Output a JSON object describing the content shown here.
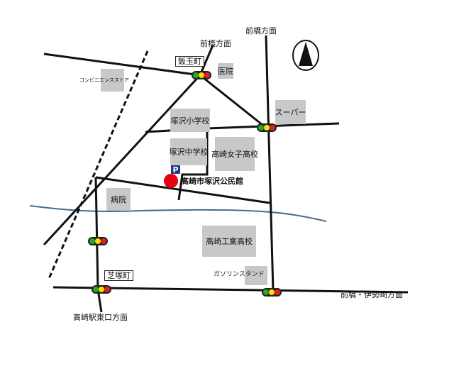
{
  "map": {
    "labels": {
      "maebashi_1": "前橋方面",
      "maebashi_2": "前橋方面",
      "iidamachi": "飯玉町",
      "clinic": "医院",
      "convenience": "コンビニエンスストア",
      "elementary": "塚沢小学校",
      "supermarket": "スーパー",
      "junior_high": "塚沢中学校",
      "girls_high": "高崎女子高校",
      "parking": "P",
      "hall": "高崎市塚沢公民館",
      "hospital": "病院",
      "tech_high": "高崎工業高校",
      "gas_station": "ガソリンスタンド",
      "shibatsuka": "芝塚町",
      "maebashi_isesaki": "前橋・伊勢崎方面",
      "takasaki_east": "高崎駅東口方面"
    },
    "icons": {
      "north": "north-arrow-icon",
      "parking": "parking-icon",
      "destination": "destination-marker-icon",
      "signal": "traffic-signal-icon"
    },
    "colors": {
      "road": "#111111",
      "river": "#4a6c8c",
      "building": "#c8c8c8",
      "destination": "#e60012",
      "parking": "#1a3a8a",
      "signal_green": "#22aa22",
      "signal_yellow": "#ffdd00",
      "signal_red": "#e02020"
    }
  }
}
